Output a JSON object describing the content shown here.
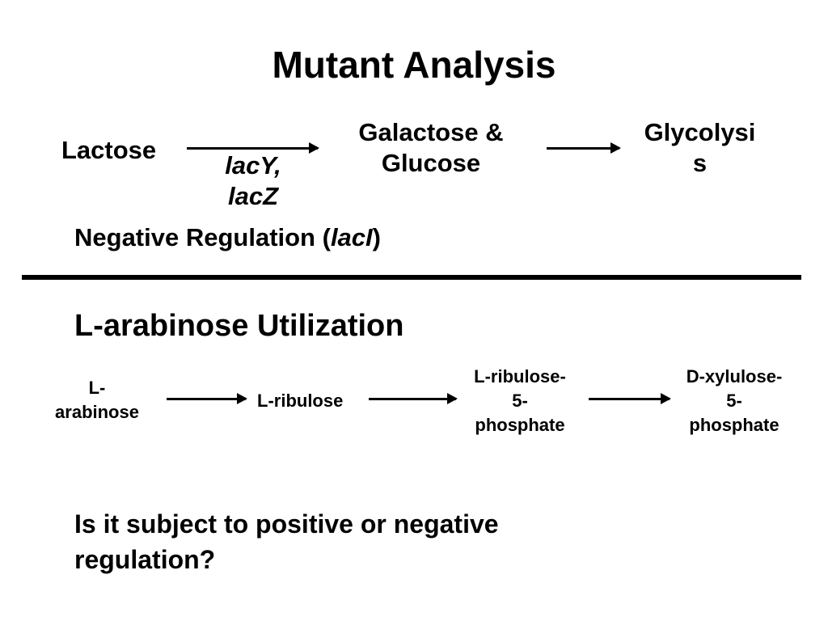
{
  "slide": {
    "title": "Mutant Analysis",
    "lac_pathway": {
      "substrate": "Lactose",
      "genes_line1": "lacY,",
      "genes_line2": "lacZ",
      "product_line1": "Galactose &",
      "product_line2": "Glucose",
      "destination_line1": "Glycolysi",
      "destination_line2": "s",
      "regulation_prefix": "Negative Regulation (",
      "regulation_gene": "lacI",
      "regulation_suffix": ")"
    },
    "ara_section": {
      "heading": "L-arabinose Utilization",
      "step1_line1": "L-",
      "step1_line2": "arabinose",
      "step2": "L-ribulose",
      "step3_line1": "L-ribulose-",
      "step3_line2": "5-",
      "step3_line3": "phosphate",
      "step4_line1": "D-xylulose-",
      "step4_line2": "5-",
      "step4_line3": "phosphate"
    },
    "question_line1": "Is it subject to positive or negative",
    "question_line2": "regulation?"
  }
}
